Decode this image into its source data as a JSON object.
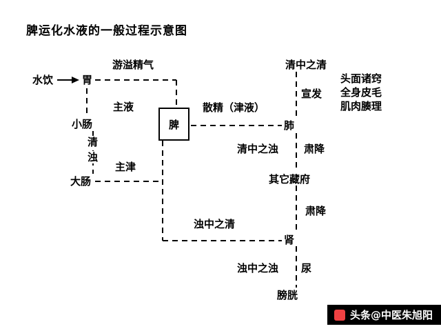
{
  "title": "脾运化水液的一般过程示意图",
  "diagram": {
    "nodes": {
      "water_drink": "水饮",
      "stomach": "胃",
      "small_intestine": "小肠",
      "large_intestine": "大肠",
      "spleen": "脾",
      "lung": "肺",
      "other_viscera": "其它藏府",
      "kidney": "肾",
      "bladder": "膀胱",
      "destinations": [
        "头面诸窍",
        "全身皮毛",
        "肌肉腠理"
      ]
    },
    "edge_labels": {
      "overflow_essence": "游溢精气",
      "governs_ye": "主液",
      "clear": "清",
      "turbid": "浊",
      "governs_jin": "主津",
      "disperse_essence": "散精（津液）",
      "clear_of_clear": "清中之清",
      "dispersing": "宣发",
      "turbid_within_clear": "清中之浊",
      "descending_upper": "肃降",
      "descending_lower": "肃降",
      "clear_within_turbid": "浊中之清",
      "turbid_within_turbid": "浊中之浊",
      "urine": "尿"
    }
  },
  "watermark": {
    "text": "头条@中医朱旭阳"
  },
  "colors": {
    "background": "#ffffff",
    "ink": "#000000",
    "watermark_bg": "#000000",
    "watermark_text": "#ffffff",
    "logo_red": "#f04142"
  }
}
